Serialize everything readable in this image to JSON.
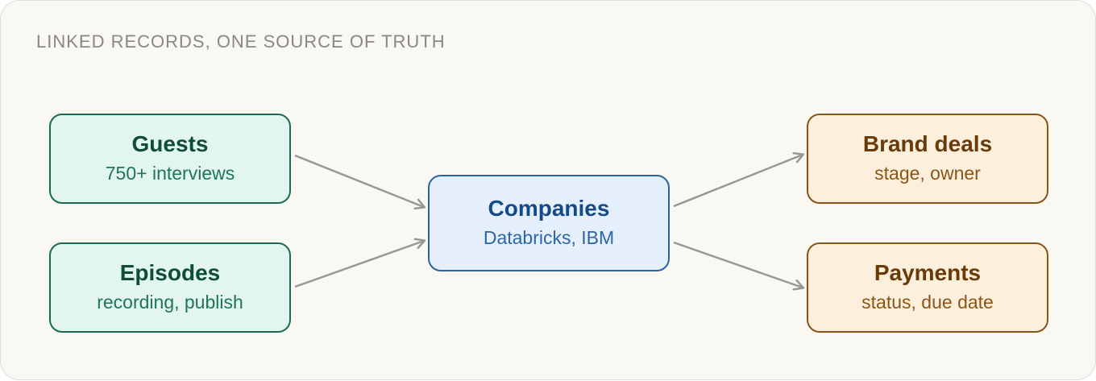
{
  "diagram": {
    "caption": "LINKED RECORDS, ONE SOURCE OF TRUTH",
    "nodes": {
      "guests": {
        "title": "Guests",
        "subtitle": "750+ interviews"
      },
      "episodes": {
        "title": "Episodes",
        "subtitle": "recording, publish"
      },
      "companies": {
        "title": "Companies",
        "subtitle": "Databricks, IBM"
      },
      "brand_deals": {
        "title": "Brand deals",
        "subtitle": "stage, owner"
      },
      "payments": {
        "title": "Payments",
        "subtitle": "status, due date"
      }
    },
    "edges": [
      {
        "from": "guests",
        "to": "companies"
      },
      {
        "from": "episodes",
        "to": "companies"
      },
      {
        "from": "companies",
        "to": "brand_deals"
      },
      {
        "from": "companies",
        "to": "payments"
      }
    ],
    "colors": {
      "source_fill": "#e2f5ee",
      "source_border": "#1b6b52",
      "hub_fill": "#e6f0fc",
      "hub_border": "#2a63a0",
      "target_fill": "#fcefdc",
      "target_border": "#8a5418",
      "arrow": "#9a9894"
    }
  }
}
